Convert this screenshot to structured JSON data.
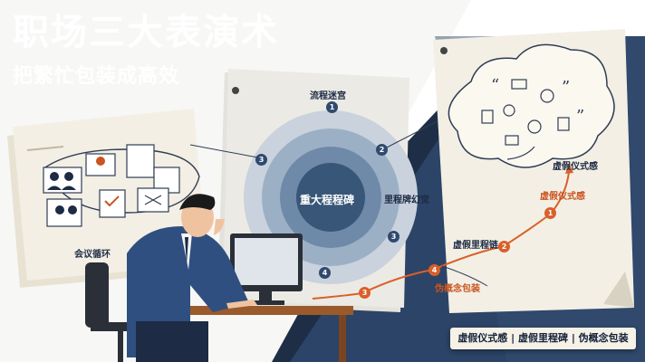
{
  "header": {
    "title": "职场三大表演术",
    "subtitle": "把繁忙包装成高效"
  },
  "left_paper": {
    "label": "会议循环"
  },
  "center_diagram": {
    "top_label": "流程迷宫",
    "center_label": "重大程程碑",
    "right_label": "里程牌幻觉"
  },
  "right_paper": {
    "labels": [
      "虚假仪式感",
      "虚假仪式感",
      "虚假里程链",
      "伪概念包装"
    ]
  },
  "markers": [
    "1",
    "2",
    "3",
    "4",
    "3",
    "2",
    "1",
    "4",
    "3"
  ],
  "footer": {
    "summary": "虚假仪式感 | 虚假里程碑 | 伪概念包装"
  },
  "colors": {
    "navy": "#1f2e47",
    "paper": "#f1ece0",
    "accent": "#d9602a"
  }
}
